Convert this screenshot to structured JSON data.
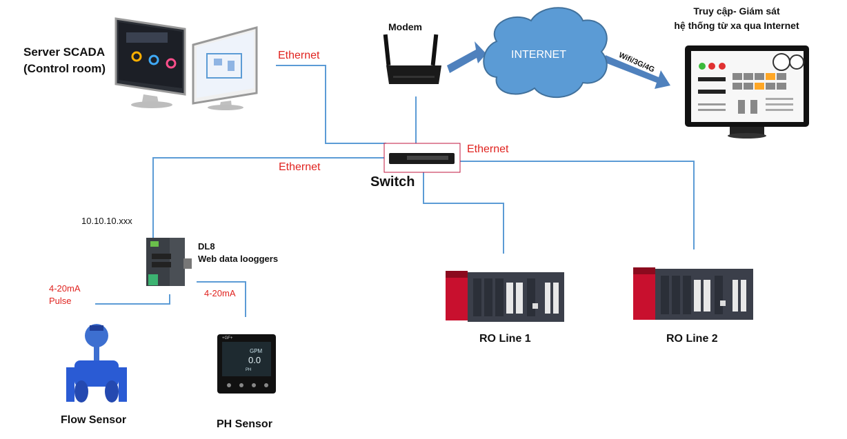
{
  "labels": {
    "server_line1": "Server SCADA",
    "server_line2": "(Control room)",
    "modem": "Modem",
    "internet": "INTERNET",
    "remote_line1": "Truy cập- Giám sát",
    "remote_line2": "hệ thống từ xa qua Internet",
    "wifi": "Wifi/3G/4G",
    "switch": "Switch",
    "ip": "10.10.10.xxx",
    "dl8_line1": "DL8",
    "dl8_line2": "Web data looggers",
    "flow_sensor": "Flow Sensor",
    "ph_sensor": "PH Sensor",
    "ro1": "RO Line 1",
    "ro2": "RO Line 2"
  },
  "connections": {
    "eth_server": "Ethernet",
    "eth_switch_right": "Ethernet",
    "eth_left": "Ethernet",
    "flow_signal_line1": "4-20mA",
    "flow_signal_line2": "Pulse",
    "ph_signal": "4-20mA"
  },
  "ph_display": {
    "unit": "GPM",
    "value": "0.0",
    "sub": "PH",
    "brand": "+GF+"
  },
  "colors": {
    "line": "#5b9bd5",
    "label_red": "#e0231f",
    "cloud": "#5b9bd5",
    "plc_red": "#c8102e"
  }
}
